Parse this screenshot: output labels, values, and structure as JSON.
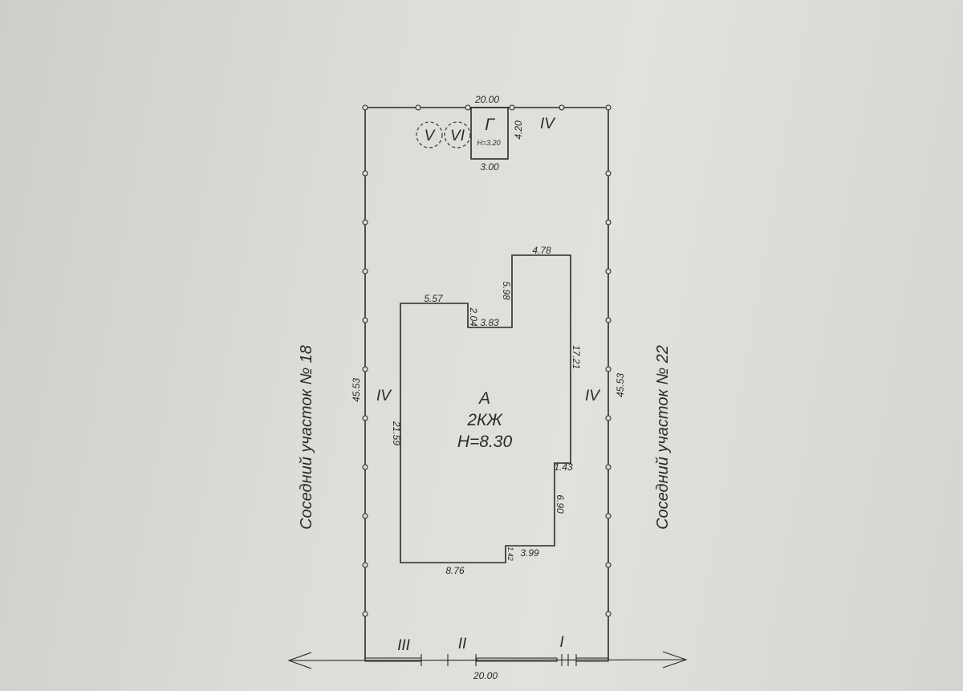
{
  "plot": {
    "top_width": "20.00",
    "bottom_width": "20.00",
    "left_length": "45.53",
    "right_length": "45.53",
    "left_neighbor": "Соседний участок № 18",
    "right_neighbor": "Соседний участок № 22",
    "zone_top": "IV",
    "zone_left": "IV",
    "zone_right": "IV"
  },
  "garage": {
    "label": "Г",
    "height": "H=3.20",
    "depth": "4.20",
    "width": "3.00"
  },
  "trees": [
    "V",
    "VI"
  ],
  "house": {
    "label": "А",
    "material": "2КЖ",
    "height": "H=8.30",
    "dims": {
      "top_right": "4.78",
      "notch_vertical": "5.98",
      "top_left": "5.57",
      "step_vertical": "2.04",
      "step_horizontal": "3.83",
      "right": "17.21",
      "left": "21.59",
      "right_offset": "1.43",
      "lower_right": "6.90",
      "bottom_step": "3.99",
      "bottom_step_vertical": "1.42",
      "bottom": "8.76"
    }
  },
  "frontage": {
    "markers": [
      "III",
      "II",
      "I"
    ]
  }
}
